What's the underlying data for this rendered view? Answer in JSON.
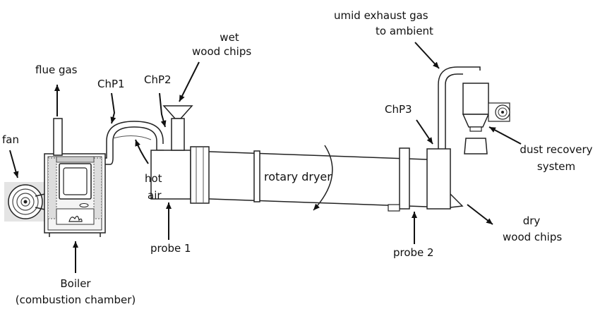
{
  "labels": {
    "fan": "fan",
    "flue_gas": "flue gas",
    "chp1": "ChP1",
    "chp2": "ChP2",
    "wet_wood_chips_1": "wet",
    "wet_wood_chips_2": "wood chips",
    "hot_air_1": "hot",
    "hot_air_2": "air",
    "rotary_dryer": "rotary dryer",
    "probe_1": "probe 1",
    "probe_2": "probe 2",
    "chp3": "ChP3",
    "exhaust_1": "umid exhaust gas",
    "exhaust_2": "to ambient",
    "dust_recovery_1": "dust recovery",
    "dust_recovery_2": "system",
    "dry_wood_chips_1": "dry",
    "dry_wood_chips_2": "wood chips",
    "boiler_1": "Boiler",
    "boiler_2": "(combustion chamber)"
  }
}
